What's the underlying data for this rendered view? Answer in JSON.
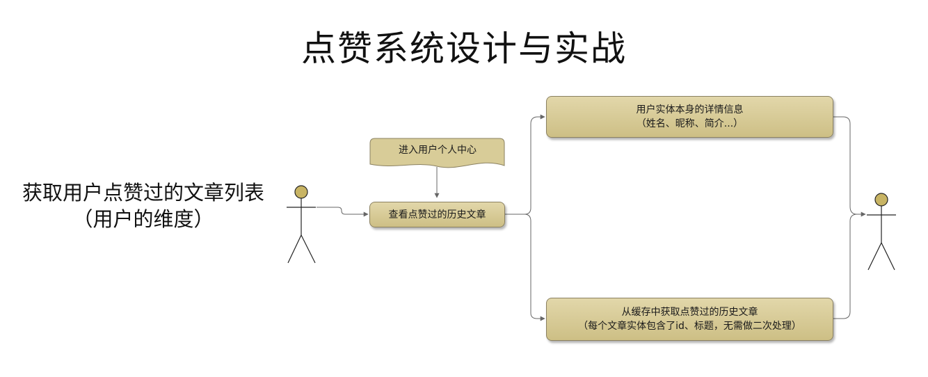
{
  "title": "点赞系统设计与实战",
  "left_label": {
    "line1": "获取用户点赞过的文章列表",
    "line2": "（用户的维度）"
  },
  "nodes": {
    "note": "进入用户个人中心",
    "view_history": "查看点赞过的历史文章",
    "user_detail": {
      "line1": "用户实体本身的详情信息",
      "line2": "（姓名、昵称、简介...）"
    },
    "cache_fetch": {
      "line1": "从缓存中获取点赞过的历史文章",
      "line2": "（每个文章实体包含了id、标题，无需做二次处理）"
    }
  },
  "colors": {
    "node_fill_top": "#e2d7aa",
    "node_fill_bottom": "#cdbf85",
    "actor_head": "#c8b464",
    "line": "#555555"
  }
}
